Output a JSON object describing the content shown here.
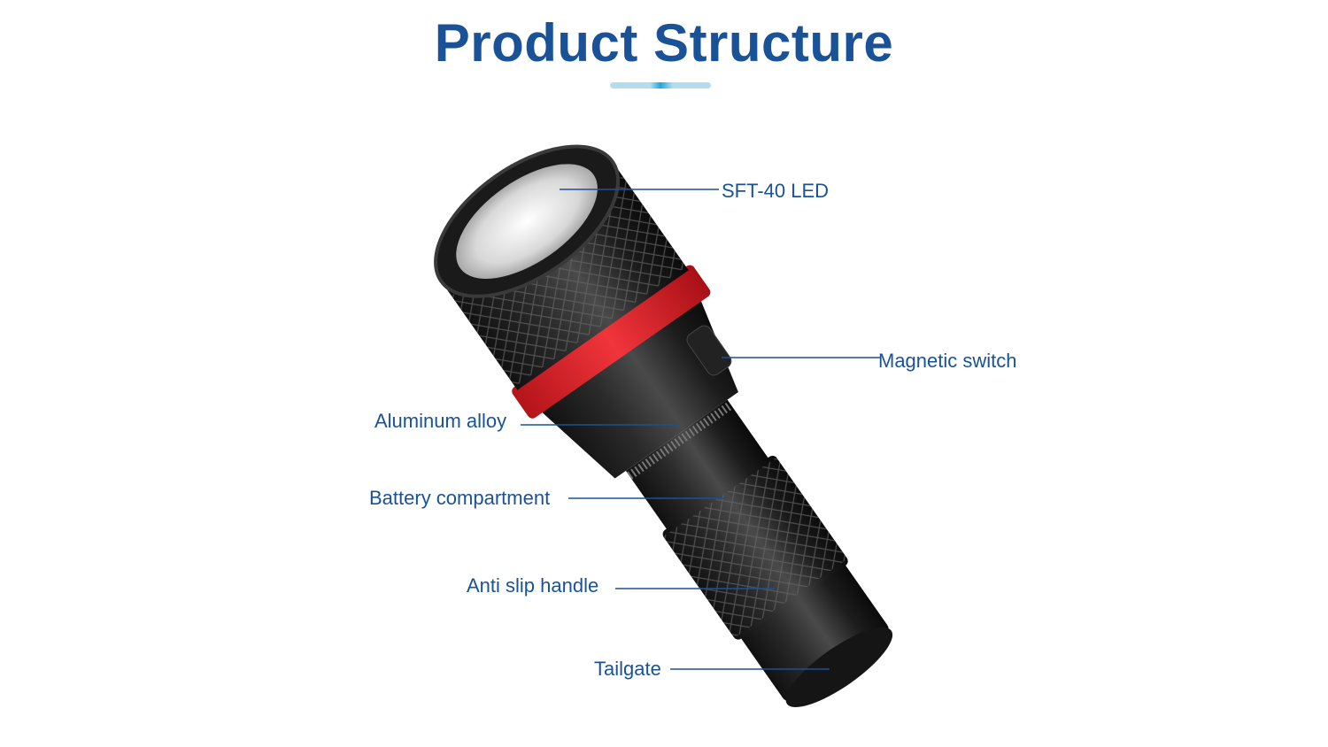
{
  "title": "Product Structure",
  "colors": {
    "brand": "#1a5298",
    "accent": "#1fa6e0",
    "band": "#e8262d"
  },
  "labels": {
    "led": "SFT-40 LED",
    "switch": "Magnetic switch",
    "alloy": "Aluminum alloy",
    "battery": "Battery compartment",
    "handle": "Anti slip handle",
    "tail": "Tailgate"
  }
}
